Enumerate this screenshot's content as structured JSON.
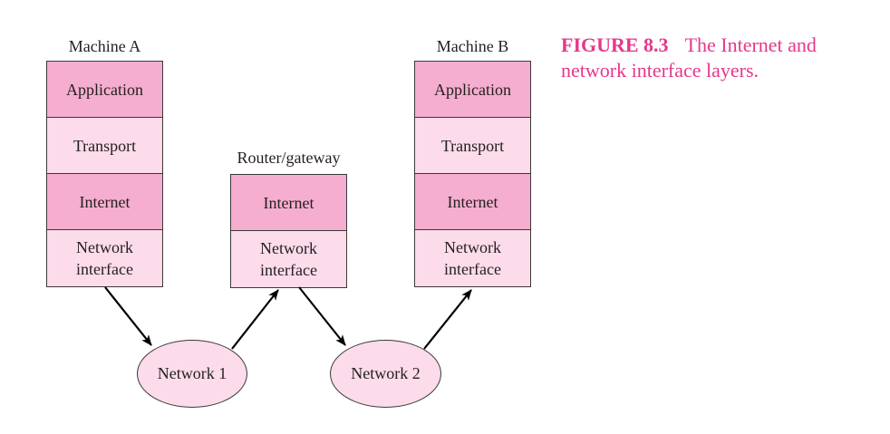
{
  "caption": {
    "figure_number": "FIGURE 8.3",
    "text": "The Internet and network interface layers."
  },
  "machine_a": {
    "title": "Machine A",
    "layers": [
      "Application",
      "Transport",
      "Internet",
      [
        "Network",
        "interface"
      ]
    ]
  },
  "router": {
    "title": "Router/gateway",
    "layers": [
      "Internet",
      [
        "Network",
        "interface"
      ]
    ]
  },
  "machine_b": {
    "title": "Machine B",
    "layers": [
      "Application",
      "Transport",
      "Internet",
      [
        "Network",
        "interface"
      ]
    ]
  },
  "networks": {
    "network1": "Network 1",
    "network2": "Network 2"
  },
  "colors": {
    "layer_dark": "#f6aed0",
    "layer_light": "#fcdbea",
    "caption": "#e5388a",
    "line": "#000000"
  }
}
